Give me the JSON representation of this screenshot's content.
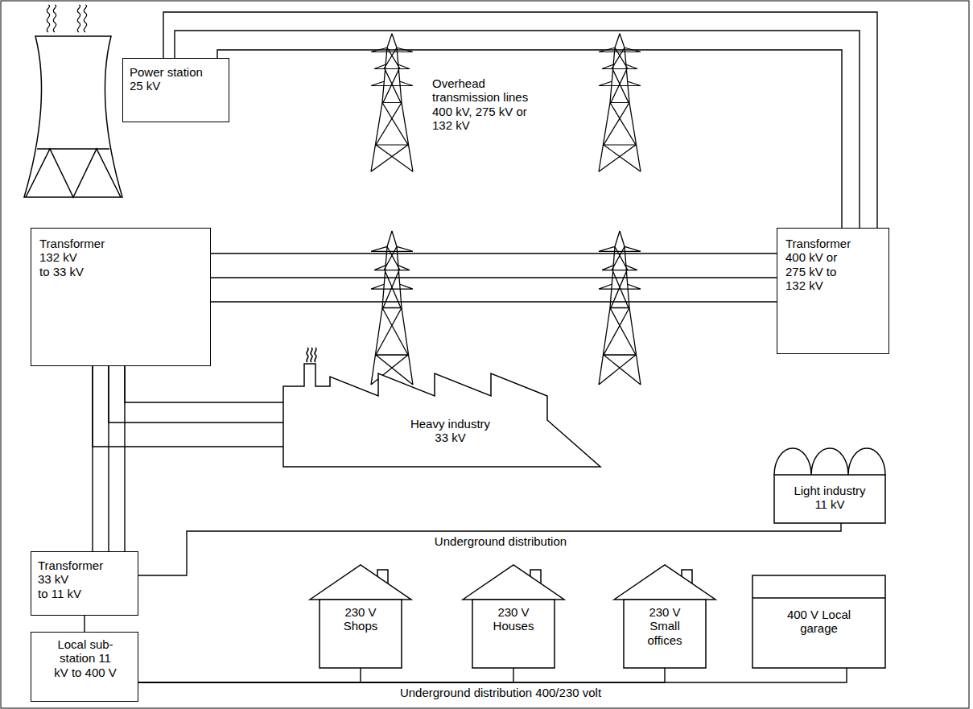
{
  "diagram": {
    "nodes": [
      {
        "text": [
          "Power station 25 kV"
        ]
      },
      {
        "text": [
          "Transformer 132 kV to 33 kV"
        ]
      },
      {
        "text": [
          "Transformer 400 kV or 275 kV to 132 kV"
        ]
      },
      {
        "text": [
          "Heavy industry 33 kV"
        ]
      },
      {
        "text": [
          "Light industry 11 kV"
        ]
      },
      {
        "text": [
          "Transformer 33 kV to 11 kV"
        ]
      },
      {
        "text": [
          "Local sub-station 11 kV to 400 V"
        ]
      },
      {
        "text": [
          "230 V Shops"
        ]
      },
      {
        "text": [
          "230 V Houses"
        ]
      },
      {
        "text": [
          "230 V Small offices"
        ]
      },
      {
        "text": [
          "400 V Local garage"
        ]
      }
    ],
    "edges": [
      {
        "from": 0,
        "to": 2,
        "arrow": "none"
      },
      {
        "from": 2,
        "to": 1,
        "arrow": "none"
      },
      {
        "from": 1,
        "to": 3,
        "arrow": "none"
      },
      {
        "from": 1,
        "to": 5,
        "arrow": "none"
      },
      {
        "from": 5,
        "to": 4,
        "arrow": "none"
      },
      {
        "from": 5,
        "to": 6,
        "arrow": "none"
      },
      {
        "from": 6,
        "to": 7,
        "arrow": "none"
      },
      {
        "from": 6,
        "to": 8,
        "arrow": "none"
      },
      {
        "from": 6,
        "to": 9,
        "arrow": "none"
      },
      {
        "from": 6,
        "to": 10,
        "arrow": "none"
      }
    ],
    "labels": [
      "Overhead transmission lines 400 kV, 275 kV or 132 kV",
      "Underground distribution",
      "Underground distribution 400/230 volt"
    ]
  }
}
